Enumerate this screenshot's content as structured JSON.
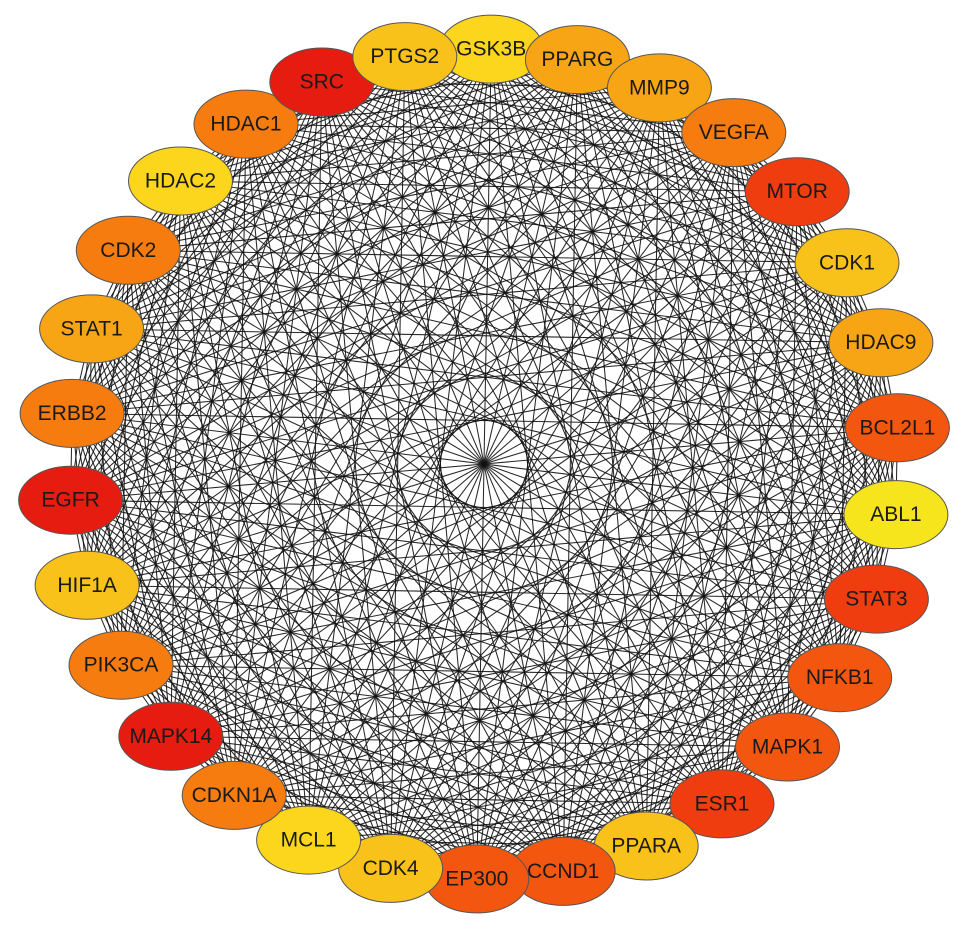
{
  "network": {
    "layout": "circular",
    "node_colors": {
      "red": "#e51c0f",
      "red_orange": "#ef3d10",
      "orange_red": "#f3570f",
      "orange": "#f67c0f",
      "light_orange": "#f7a514",
      "yellow_orange": "#f9c21a",
      "yellow": "#fbd61c",
      "bright_yellow": "#f6e41c"
    },
    "edge_color": "#111111",
    "nodes": [
      {
        "label": "GSK3B",
        "color": "#fbd61c"
      },
      {
        "label": "PPARG",
        "color": "#f7a514"
      },
      {
        "label": "MMP9",
        "color": "#f7a514"
      },
      {
        "label": "VEGFA",
        "color": "#f67c0f"
      },
      {
        "label": "MTOR",
        "color": "#ef3d10"
      },
      {
        "label": "CDK1",
        "color": "#f9c21a"
      },
      {
        "label": "HDAC9",
        "color": "#f7a514"
      },
      {
        "label": "BCL2L1",
        "color": "#f3570f"
      },
      {
        "label": "ABL1",
        "color": "#f6e41c"
      },
      {
        "label": "STAT3",
        "color": "#ef3d10"
      },
      {
        "label": "NFKB1",
        "color": "#f3570f"
      },
      {
        "label": "MAPK1",
        "color": "#f3570f"
      },
      {
        "label": "ESR1",
        "color": "#ef3d10"
      },
      {
        "label": "PPARA",
        "color": "#f9c21a"
      },
      {
        "label": "CCND1",
        "color": "#f3570f"
      },
      {
        "label": "EP300",
        "color": "#f3570f"
      },
      {
        "label": "CDK4",
        "color": "#f9c21a"
      },
      {
        "label": "MCL1",
        "color": "#fbd61c"
      },
      {
        "label": "CDKN1A",
        "color": "#f67c0f"
      },
      {
        "label": "MAPK14",
        "color": "#e51c0f"
      },
      {
        "label": "PIK3CA",
        "color": "#f67c0f"
      },
      {
        "label": "HIF1A",
        "color": "#f9c21a"
      },
      {
        "label": "EGFR",
        "color": "#e51c0f"
      },
      {
        "label": "ERBB2",
        "color": "#f67c0f"
      },
      {
        "label": "STAT1",
        "color": "#f7a514"
      },
      {
        "label": "CDK2",
        "color": "#f67c0f"
      },
      {
        "label": "HDAC2",
        "color": "#fbd61c"
      },
      {
        "label": "HDAC1",
        "color": "#f67c0f"
      },
      {
        "label": "SRC",
        "color": "#e51c0f"
      },
      {
        "label": "PTGS2",
        "color": "#f9c21a"
      }
    ]
  }
}
